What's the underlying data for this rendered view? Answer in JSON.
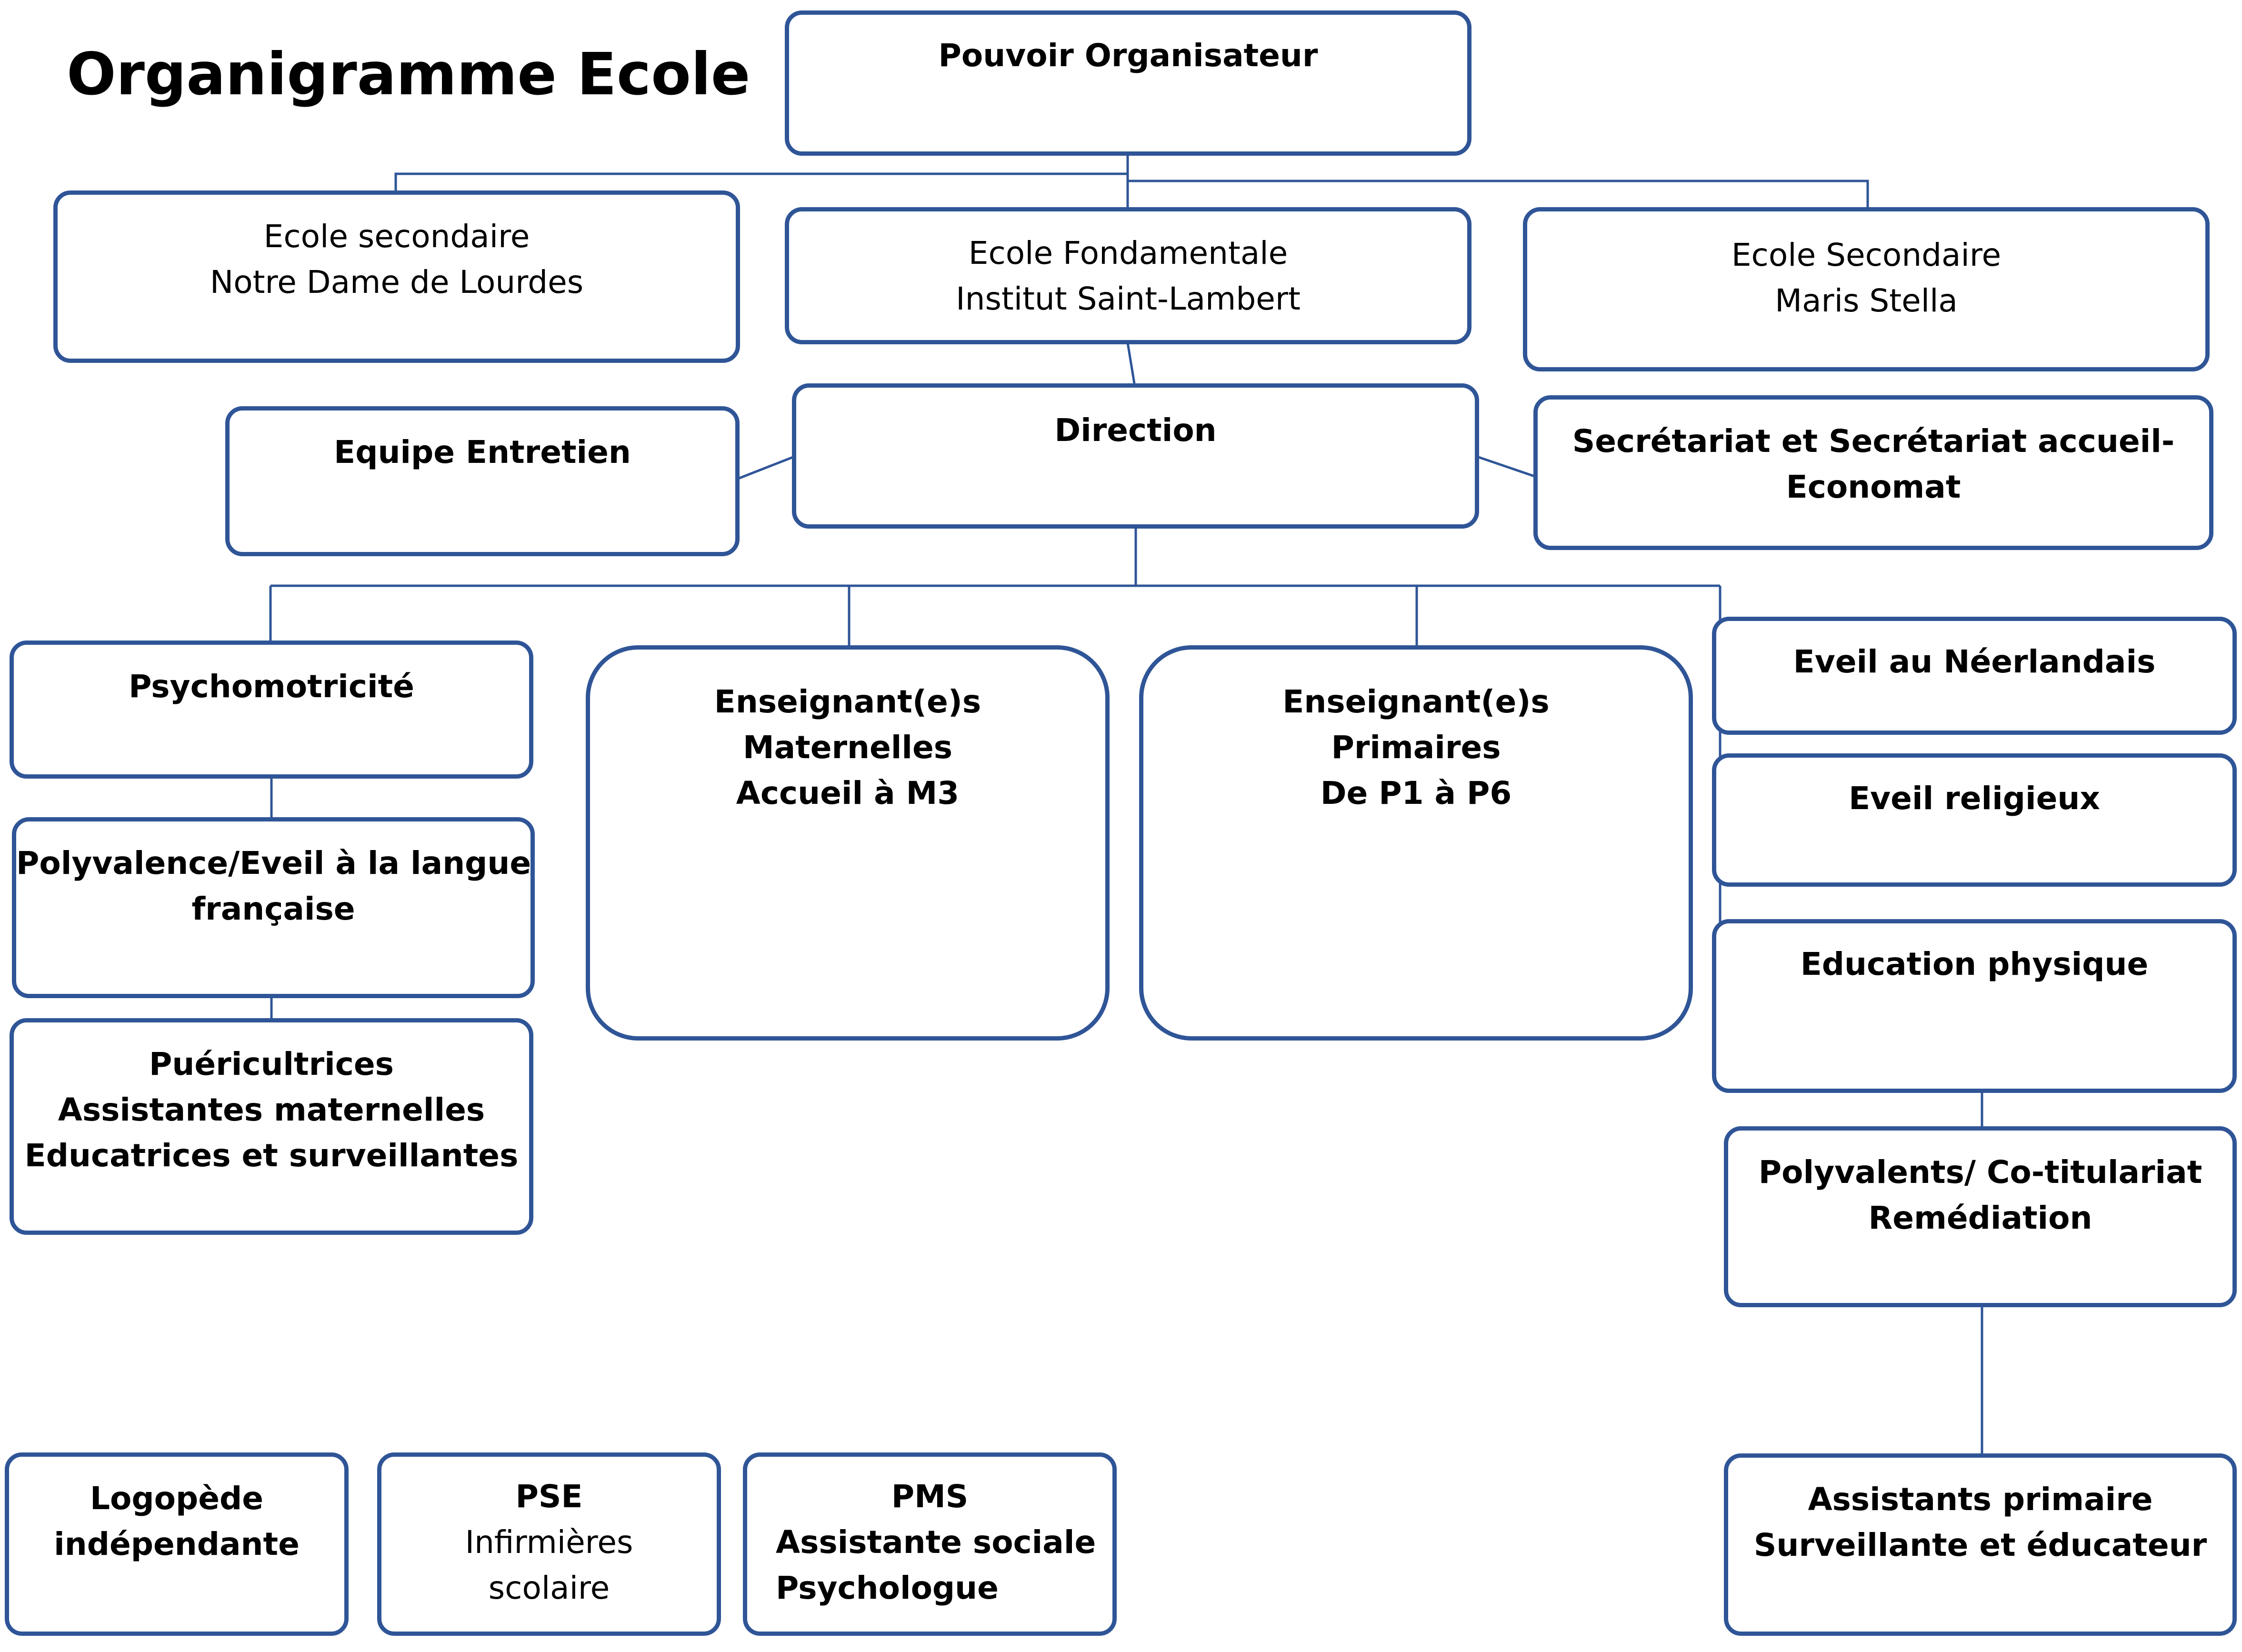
{
  "title": "Organigramme Ecole",
  "colors": {
    "border": "#2F5597",
    "connector": "#2F5597"
  },
  "boxes": {
    "pouvoir": [
      "Pouvoir Organisateur"
    ],
    "secondaire_ndl": [
      "Ecole secondaire",
      "Notre Dame de Lourdes"
    ],
    "fondamentale": [
      "Ecole Fondamentale",
      "Institut Saint-Lambert"
    ],
    "secondaire_ms": [
      "Ecole Secondaire",
      "Maris  Stella"
    ],
    "entretien": [
      "Equipe Entretien"
    ],
    "direction": [
      "Direction"
    ],
    "secretariat": [
      "Secrétariat  et Secrétariat accueil-",
      "Economat"
    ],
    "psychomotricite": [
      "Psychomotricité"
    ],
    "polyvalence": [
      "Polyvalence/Eveil à la langue",
      "française"
    ],
    "puericultrices": [
      "Puéricultrices",
      "Assistantes maternelles",
      "Educatrices et surveillantes"
    ],
    "maternelles": [
      "Enseignant(e)s",
      "Maternelles",
      "Accueil à M3"
    ],
    "primaires": [
      "Enseignant(e)s",
      "Primaires",
      "De P1 à P6"
    ],
    "neerlandais": [
      "Eveil au Néerlandais"
    ],
    "religieux": [
      "Eveil religieux"
    ],
    "education_physique": [
      "Education physique"
    ],
    "polyvalents": [
      "Polyvalents/ Co-titulariat",
      "Remédiation"
    ],
    "logopede": [
      "Logopède",
      "indépendante"
    ],
    "pse": [
      "PSE",
      "Infirmières",
      "scolaire"
    ],
    "pms": [
      "PMS",
      "Assistante sociale",
      "Psychologue"
    ],
    "assistants": [
      "Assistants primaire",
      "Surveillante et éducateur"
    ]
  }
}
